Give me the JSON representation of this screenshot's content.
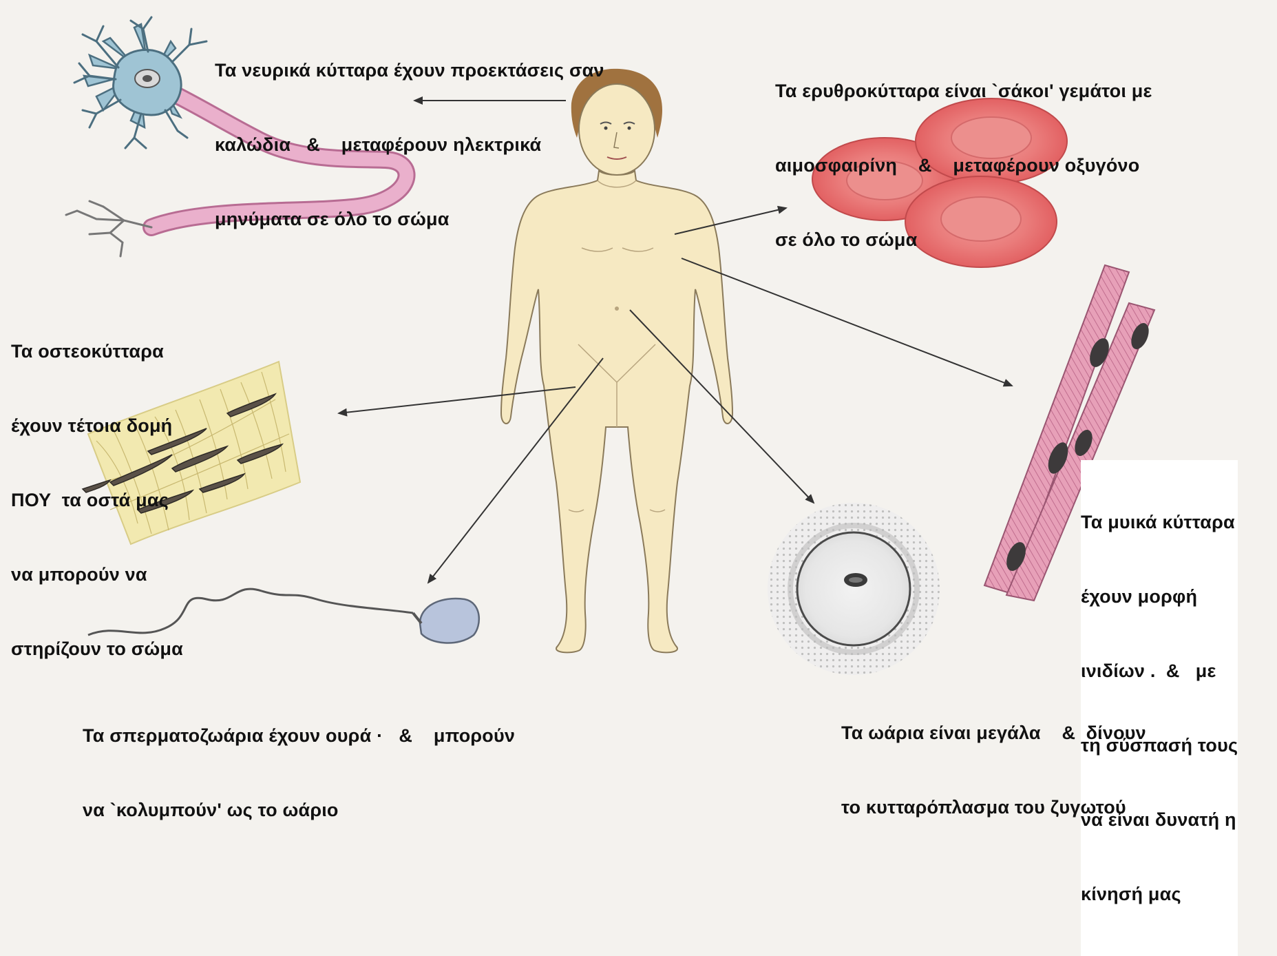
{
  "labels": {
    "neuron": {
      "lines": [
        "Τα νευρικά κύτταρα έχουν προεκτάσεις σαν",
        "καλώδια   &    μεταφέρουν ηλεκτρικά",
        "μηνύματα σε όλο το σώμα"
      ]
    },
    "rbc": {
      "lines": [
        "Τα ερυθροκύτταρα είναι `σάκοι' γεμάτοι με",
        "αιμοσφαιρίνη    &    μεταφέρουν οξυγόνο",
        "σε όλο το σώμα"
      ]
    },
    "bone": {
      "lines": [
        "Τα οστεοκύτταρα",
        "έχουν τέτοια δομή",
        "ΠΟΥ  τα οστά μας",
        "να μπορούν να",
        "στηρίζουν το σώμα"
      ]
    },
    "muscle": {
      "lines": [
        "Τα μυικά κύτταρα",
        "έχουν μορφή",
        "ινιδίων .  &   με",
        "τη σύσπασή τους",
        "να είναι δυνατή η",
        "κίνησή μας"
      ]
    },
    "sperm": {
      "lines": [
        "Τα σπερματοζωάρια έχουν ουρά ·   &    μπορούν",
        "να `κολυμπούν' ως το ωάριο"
      ]
    },
    "egg": {
      "lines": [
        "Τα ωάρια είναι μεγάλα    &  δίνουν",
        "το κυτταρόπλασμα του ζυγωτού"
      ]
    }
  },
  "colors": {
    "background": "#f4f2ee",
    "skin": "#f6e9c2",
    "skin_outline": "#8a7a5a",
    "hair": "#a0723f",
    "neuron_body": "#9fc4d4",
    "axon": "#e8a9c8",
    "rbc": "#e8686a",
    "muscle": "#e7a0b8",
    "sperm_head": "#b8c4dc",
    "text": "#111111"
  },
  "icons": {
    "neuron": "neuron-cell-icon",
    "rbc": "red-blood-cells-icon",
    "bone": "bone-cells-icon",
    "muscle": "muscle-fibers-icon",
    "sperm": "sperm-cell-icon",
    "egg": "egg-cell-icon",
    "body": "human-body-figure"
  }
}
